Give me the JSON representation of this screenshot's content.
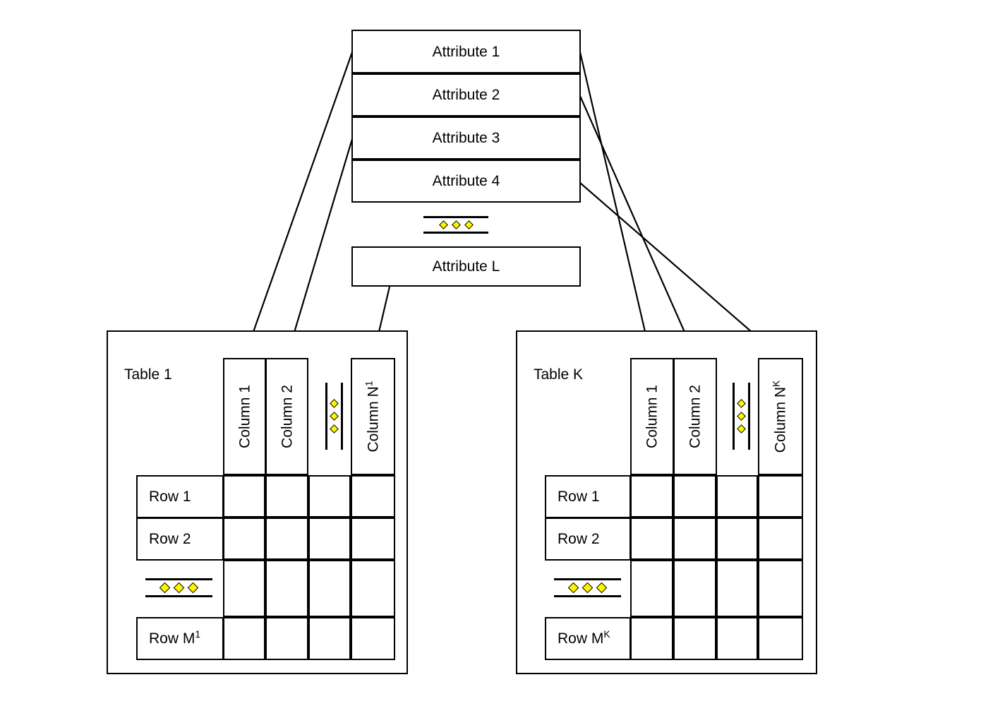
{
  "diagram": {
    "title_semantics": "relational-schema-attribute-to-column-mapping"
  },
  "attributes": {
    "items": [
      {
        "label": "Attribute 1"
      },
      {
        "label": "Attribute 2"
      },
      {
        "label": "Attribute 3"
      },
      {
        "label": "Attribute 4"
      }
    ],
    "ellipsis": "…",
    "last": {
      "label": "Attribute L"
    }
  },
  "tables": [
    {
      "title": "Table 1",
      "columns": [
        {
          "base": "Column 1",
          "sup": ""
        },
        {
          "base": "Column 2",
          "sup": ""
        },
        {
          "base": "Column  N",
          "sup": "1"
        }
      ],
      "column_ellipsis": "⋮",
      "rows": [
        {
          "base": "Row 1",
          "sup": ""
        },
        {
          "base": "Row 2",
          "sup": ""
        },
        {
          "base": "Row M",
          "sup": "1"
        }
      ],
      "row_ellipsis": "…"
    },
    {
      "title": "Table K",
      "columns": [
        {
          "base": "Column 1",
          "sup": ""
        },
        {
          "base": "Column 2",
          "sup": ""
        },
        {
          "base": "Column  N",
          "sup": "K"
        }
      ],
      "column_ellipsis": "⋮",
      "rows": [
        {
          "base": "Row 1",
          "sup": ""
        },
        {
          "base": "Row 2",
          "sup": ""
        },
        {
          "base": "Row M",
          "sup": "K"
        }
      ],
      "row_ellipsis": "…"
    }
  ],
  "colors": {
    "stroke": "#000000",
    "background": "#ffffff",
    "diamond_fill": "#FFF500"
  },
  "arrows": [
    {
      "from": "Attribute 1",
      "to": "Table 1 / Column 1"
    },
    {
      "from": "Attribute 3",
      "to": "Table 1 / Column 2"
    },
    {
      "from": "Attribute L",
      "to": "Table 1 / Column N1"
    },
    {
      "from": "Attribute 1",
      "to": "Table K / Column 1"
    },
    {
      "from": "Attribute 2",
      "to": "Table K / Column 2"
    },
    {
      "from": "Attribute 4",
      "to": "Table K / Column NK"
    }
  ]
}
